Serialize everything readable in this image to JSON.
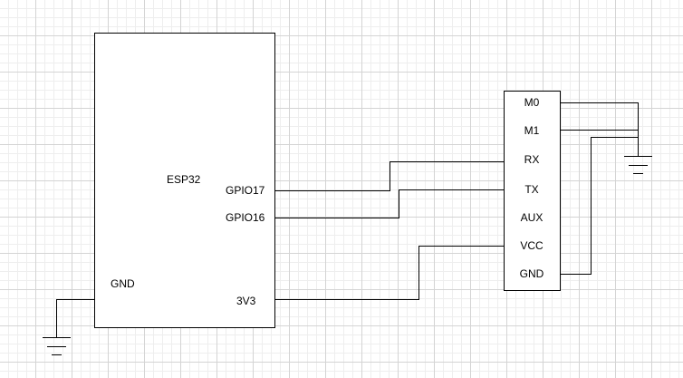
{
  "esp32": {
    "title": "ESP32",
    "pins": {
      "gpio17": "GPIO17",
      "gpio16": "GPIO16",
      "gnd": "GND",
      "v3v3": "3V3"
    }
  },
  "module": {
    "pins": [
      "M0",
      "M1",
      "RX",
      "TX",
      "AUX",
      "VCC",
      "GND"
    ]
  }
}
